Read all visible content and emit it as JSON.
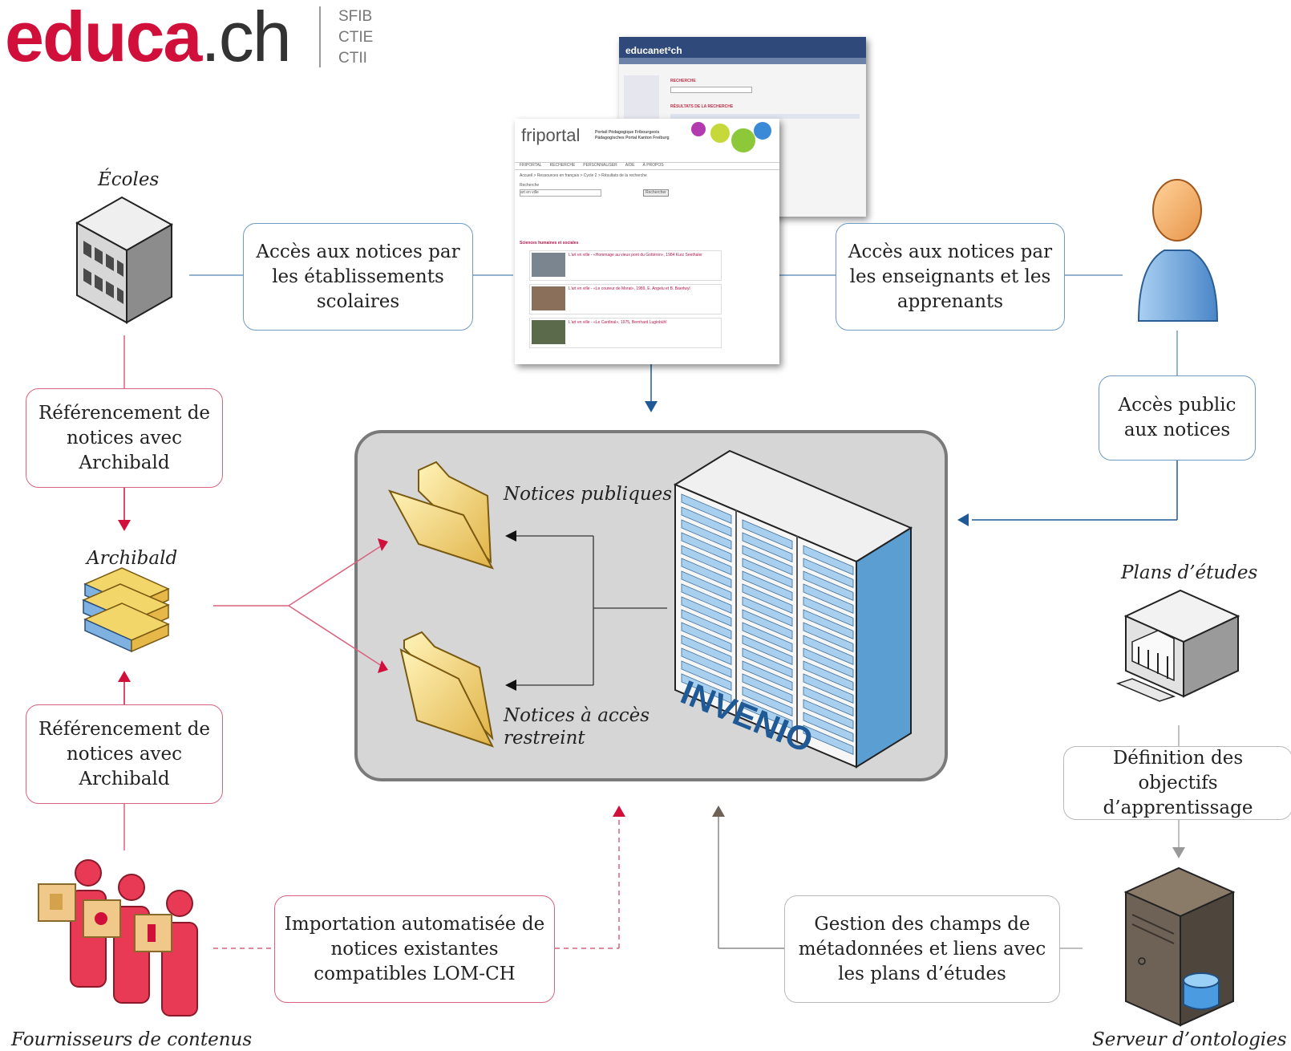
{
  "header": {
    "logo_main": "educa",
    "logo_suffix": ".ch",
    "logo_orgs": [
      "SFIB",
      "CTIE",
      "CTII"
    ]
  },
  "actors": {
    "schools": "Écoles",
    "archibald": "Archibald",
    "providers": "Fournisseurs de contenus",
    "curricula": "Plans d’études",
    "ontology_server": "Serveur d’ontologies"
  },
  "boxes": {
    "schools_access": "Accès aux notices par les établissements scolaires",
    "teachers_access": "Accès aux notices par les enseignants et les apprenants",
    "referencing_top": "Référencement de notices avec Archibald",
    "referencing_bottom": "Référencement de notices avec Archibald",
    "public_access": "Accès public aux notices",
    "definition_objectives": "Définition des objectifs d’apprentissage",
    "import_auto": "Importation automatisée de notices existantes compatibles LOM-CH",
    "metadata_management": "Gestion des champs de métadonnées et liens avec les plans d’études"
  },
  "core": {
    "public_records": "Notices publiques",
    "restricted_records": "Notices à accès restreint",
    "server_brand": "INVENIO"
  },
  "screenshots": {
    "educanet_logo": "educanet²ch",
    "educanet_search": "RECHERCHE",
    "educanet_results": "RÉSULTATS DE LA RECHERCHE",
    "friportal_logo": "friportal",
    "friportal_tagline_1": "Portail Pédagogique Fribourgeois",
    "friportal_tagline_2": "Pädagogisches Portal Kanton Freiburg",
    "friportal_nav": [
      "FRIPORTAL",
      "RECHERCHE",
      "PERSONNALISER",
      "AIDE",
      "À PROPOS"
    ],
    "friportal_breadcrumb": "Accueil > Ressources en français > Cycle 2 > Résultats de la recherche",
    "friportal_search_label": "Recherche",
    "friportal_search_value": "art en ville",
    "friportal_search_button": "Rechercher",
    "friportal_section": "Sciences humaines et sociales",
    "friportal_results": [
      "L'art en ville - «Hommage au vieux pont du Gottéron», 1984 Kurz Seethaler",
      "L'art en ville - «Le coureur de Morat», 1989, E. Angelu et B. Baerlwyl",
      "L'art en ville - «Le Cardinal», 1975, Bernhard Luginbühl"
    ]
  },
  "colors": {
    "blue": "#1f5a96",
    "red": "#d0103a",
    "gray": "#8a8a8a",
    "core_bg": "#d6d6d6"
  }
}
